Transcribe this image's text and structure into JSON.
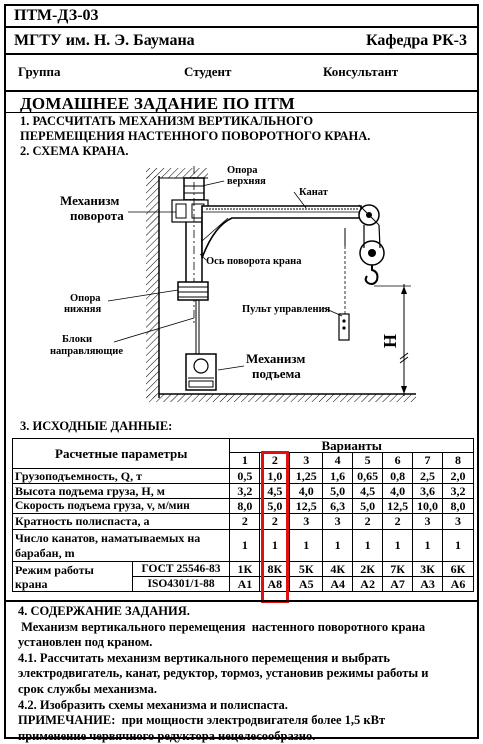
{
  "header": {
    "code": "ПТМ-ДЗ-03",
    "university": "МГТУ им. Н. Э. Баумана",
    "department": "Кафедра РК-3",
    "group_label": "Группа",
    "student_label": "Студент",
    "consultant_label": "Консультант"
  },
  "title": "ДОМАШНЕЕ ЗАДАНИЕ ПО ПТМ",
  "task": {
    "item1_line1": "1. РАССЧИТАТЬ МЕХАНИЗМ ВЕРТИКАЛЬНОГО",
    "item1_line2": "ПЕРЕМЕЩЕНИЯ НАСТЕННОГО   ПОВОРОТНОГО КРАНА.",
    "item2": "2. СХЕМА КРАНА."
  },
  "scheme": {
    "upper_support_1": "Опора",
    "upper_support_2": "верхняя",
    "rope": "Канат",
    "rotation_mech_1": "Механизм",
    "rotation_mech_2": "поворота",
    "axis": "Ось поворота крана",
    "lower_support_1": "Опора",
    "lower_support_2": "нижняя",
    "control": "Пульт управления",
    "blocks_1": "Блоки",
    "blocks_2": "направляющие",
    "lifting_mech_1": "Механизм",
    "lifting_mech_2": "подъема",
    "height": "H"
  },
  "initial_data_title": "3. ИСХОДНЫЕ ДАННЫЕ:",
  "table": {
    "param_header": "Расчетные параметры",
    "variants_header": "Варианты",
    "variants": [
      "1",
      "2",
      "3",
      "4",
      "5",
      "6",
      "7",
      "8"
    ],
    "rows": [
      {
        "label": "Грузоподъемность, Q, т",
        "values": [
          "0,5",
          "1,0",
          "1,25",
          "1,6",
          "0,65",
          "0,8",
          "2,5",
          "2,0"
        ]
      },
      {
        "label": "Высота подъема груза, H, м",
        "values": [
          "3,2",
          "4,5",
          "4,0",
          "5,0",
          "4,5",
          "4,0",
          "3,6",
          "3,2"
        ]
      },
      {
        "label": "Скорость подъема груза, v, м/мин",
        "values": [
          "8,0",
          "5,0",
          "12,5",
          "6,3",
          "5,0",
          "12,5",
          "10,0",
          "8,0"
        ]
      },
      {
        "label": "Кратность полиспаста, а",
        "values": [
          "2",
          "2",
          "3",
          "3",
          "2",
          "2",
          "3",
          "3"
        ]
      },
      {
        "label": "Число канатов, наматываемых на барабан, m",
        "label_1": "Число канатов, наматываемых на",
        "label_2": "барабан, m",
        "values": [
          "1",
          "1",
          "1",
          "1",
          "1",
          "1",
          "1",
          "1"
        ]
      }
    ],
    "mode_label_1": "Режим работы",
    "mode_label_2": "крана",
    "gost_label": "ГОСТ 25546-83",
    "gost_values": [
      "1К",
      "8К",
      "5К",
      "4К",
      "2К",
      "7К",
      "3К",
      "6К"
    ],
    "iso_label": "ISO4301/1-88",
    "iso_values": [
      "А1",
      "А8",
      "А5",
      "А4",
      "А2",
      "А7",
      "А3",
      "А6"
    ],
    "highlighted_variant": "2",
    "highlight_color": "#e01010"
  },
  "content": {
    "title": "4. СОДЕРЖАНИЕ ЗАДАНИЯ.",
    "p1_line1": " Механизм вертикального перемещения  настенного поворотного крана",
    "p1_line2": "установлен под краном.",
    "p2_line1": "4.1. Рассчитать механизм вертикального перемещения и выбрать",
    "p2_line2": "электродвигатель, канат, редуктор, тормоз, установив режимы работы и",
    "p2_line3": "срок службы механизма.",
    "p3": "4.2. Изобразить схемы механизма и полиспаста.",
    "note_line1": "ПРИМЕЧАНИЕ:  при мощности электродвигателя более 1,5 кВт",
    "note_line2": "применение червячного редуктора нецелесообразно."
  }
}
